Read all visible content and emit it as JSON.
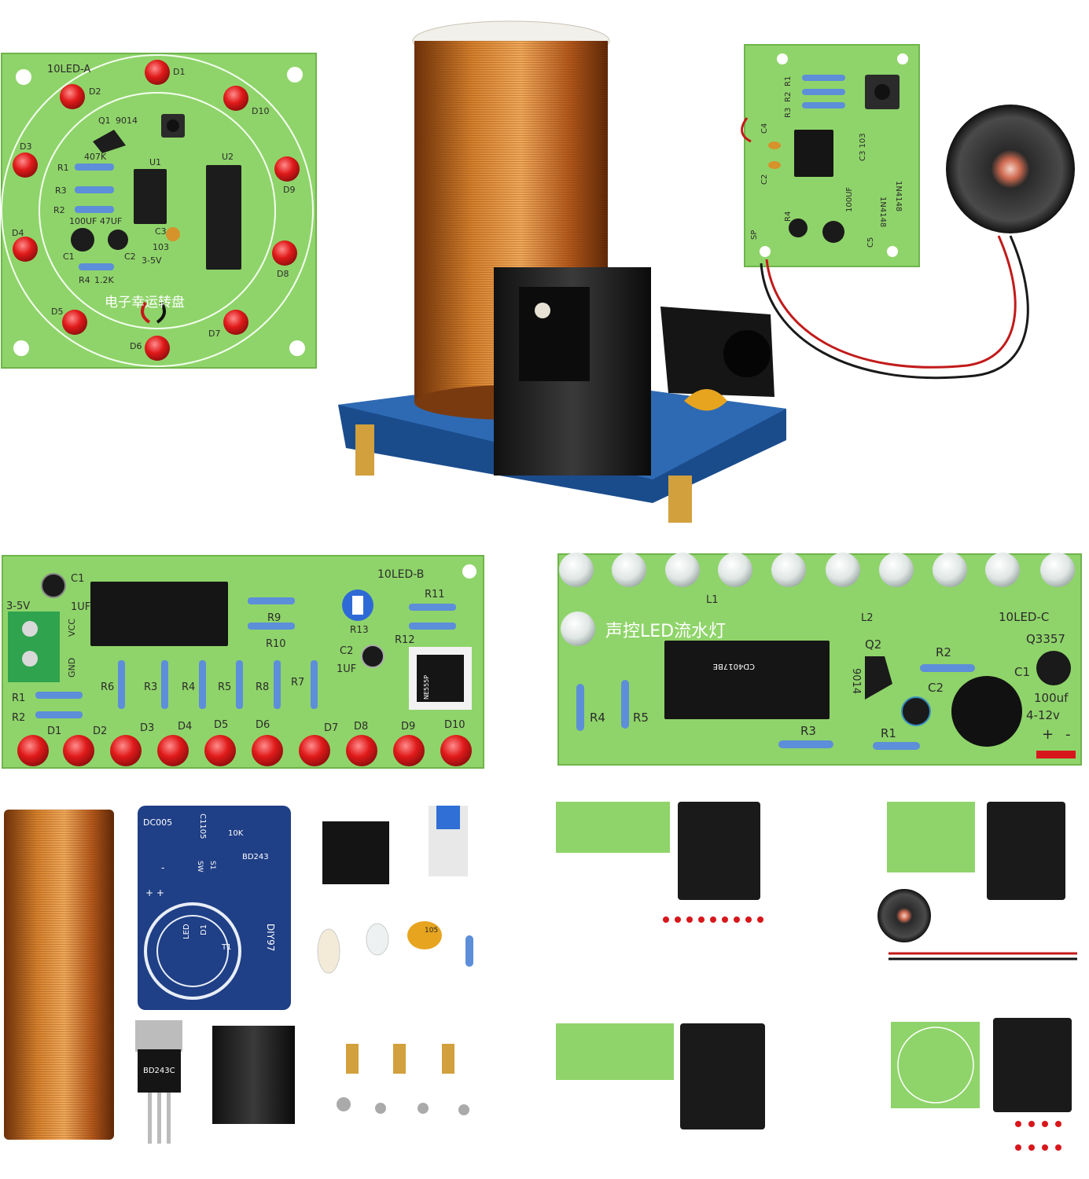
{
  "board_a": {
    "model": "10LED-A",
    "title": "电子幸运转盘",
    "leds": [
      "D1",
      "D2",
      "D3",
      "D4",
      "D5",
      "D6",
      "D7",
      "D8",
      "D9",
      "D10"
    ],
    "parts": {
      "q1": "Q1",
      "q1_value": "9014",
      "r1": "R1",
      "r1_value": "407K",
      "r3": "R3",
      "r2": "R2",
      "u1": "U1",
      "u2": "U2",
      "c_values": "100UF 47UF",
      "c1": "C1",
      "c2": "C2",
      "c3": "C3",
      "c3_value": "103",
      "voltage": "3-5V",
      "r4": "R4",
      "r4_value": "1.2K"
    }
  },
  "sound_board": {
    "labels": [
      "R1",
      "R2",
      "R3",
      "C4",
      "C3 103",
      "C2",
      "1N4148",
      "1N4148",
      "R4",
      "100UF",
      "C5",
      "SP"
    ]
  },
  "board_b": {
    "model": "10LED-B",
    "leds": [
      "D1",
      "D2",
      "D3",
      "D4",
      "D5",
      "D6",
      "D7",
      "D8",
      "D9",
      "D10"
    ],
    "resistors": [
      "R6",
      "R3",
      "R4",
      "R5",
      "R8",
      "R7"
    ],
    "labels": {
      "c1": "C1",
      "c1_value": "1UF",
      "voltage": "3-5V",
      "vcc": "VCC",
      "gnd": "GND",
      "r1": "R1",
      "r2": "R2",
      "r9": "R9",
      "r10": "R10",
      "r11": "R11",
      "r12": "R12",
      "r13": "R13",
      "c2": "C2",
      "c2_value": "1UF",
      "ic": "NE555P"
    }
  },
  "board_c": {
    "model": "10LED-C",
    "title": "声控LED流水灯",
    "labels": {
      "l1": "L1",
      "l2": "L2",
      "q2": "Q2",
      "q2_value": "9014",
      "q3": "Q3357",
      "r2": "R2",
      "c1": "C1",
      "c2": "C2",
      "cap": "100uf",
      "voltage": "4-12v",
      "r4": "R4",
      "r5": "R5",
      "r3": "R3",
      "r1": "R1",
      "ic": "CD4017BE",
      "plus": "+",
      "minus": "-"
    }
  },
  "tesla_pcb": {
    "labels": {
      "dc": "DC005",
      "c1": "C1105",
      "r1": "10K",
      "q1": "BD243",
      "s1": "S1",
      "sw": "SW",
      "led": "LED",
      "d1": "D1",
      "t1": "T1",
      "brand": "DIY97",
      "minus": "-",
      "plus": "+ +"
    }
  },
  "parts": {
    "transistor": "BD243C",
    "cap_value": "105"
  },
  "colors": {
    "pcb_green": "#8fd46a",
    "pcb_blue": "#1f3f86",
    "copper": "#c46a1e",
    "led_red": "#d7171c"
  }
}
